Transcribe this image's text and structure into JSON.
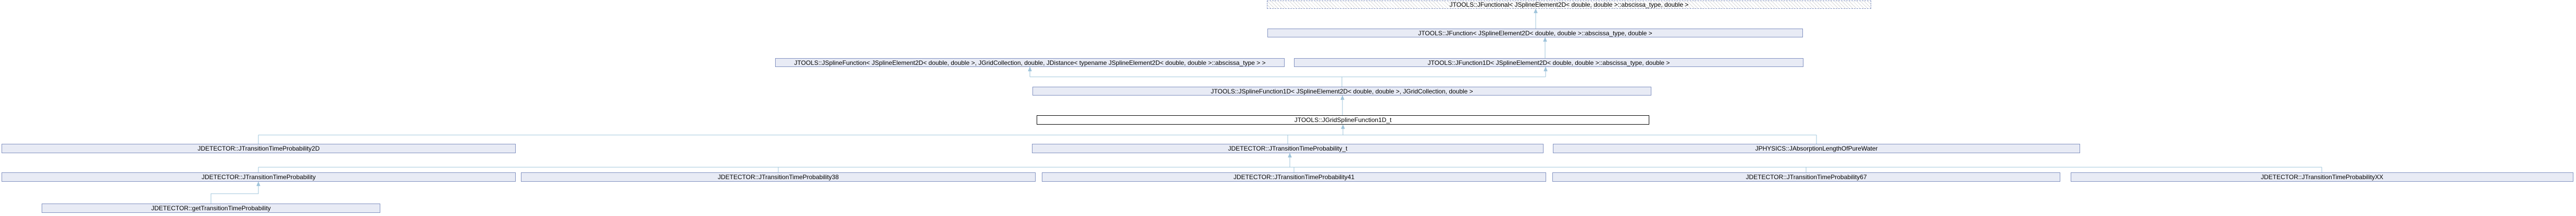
{
  "diagram": {
    "kind": "class-inheritance-graph",
    "current_node": "JTOOLS::JGridSplineFunction1D_t",
    "colors": {
      "node_fill": "#E8EBF5",
      "node_border": "#8090C0",
      "current_node_fill": "#FFFFFF",
      "current_node_border": "#000000",
      "hatch_stripe": "#D9D9D9",
      "edge": "#9FC4DB",
      "label_text": "#000000",
      "background": "#FFFFFF"
    },
    "nodes": [
      {
        "id": "jfunctional",
        "label": "JTOOLS::JFunctional< JSplineElement2D< double, double >::abscissa_type, double >",
        "style": "dashed-hatched"
      },
      {
        "id": "jfunction",
        "label": "JTOOLS::JFunction< JSplineElement2D< double, double >::abscissa_type, double >",
        "style": "normal"
      },
      {
        "id": "jsplinefunction",
        "label": "JTOOLS::JSplineFunction< JSplineElement2D< double, double >, JGridCollection, double, JDistance< typename JSplineElement2D< double, double >::abscissa_type > >",
        "style": "normal"
      },
      {
        "id": "jfunction1d",
        "label": "JTOOLS::JFunction1D< JSplineElement2D< double, double >::abscissa_type, double >",
        "style": "normal"
      },
      {
        "id": "jsplinefunction1d",
        "label": "JTOOLS::JSplineFunction1D< JSplineElement2D< double, double >, JGridCollection, double >",
        "style": "normal"
      },
      {
        "id": "jgridsplinefunction1d_t",
        "label": "JTOOLS::JGridSplineFunction1D_t",
        "style": "current"
      },
      {
        "id": "jtransitiontimeprobability2d",
        "label": "JDETECTOR::JTransitionTimeProbability2D",
        "style": "normal"
      },
      {
        "id": "jtransitiontimeprobability_t",
        "label": "JDETECTOR::JTransitionTimeProbability_t",
        "style": "normal"
      },
      {
        "id": "jabsorptionlengthofpurewater",
        "label": "JPHYSICS::JAbsorptionLengthOfPureWater",
        "style": "normal"
      },
      {
        "id": "jtransitiontimeprobability",
        "label": "JDETECTOR::JTransitionTimeProbability",
        "style": "normal"
      },
      {
        "id": "jtransitiontimeprobability38",
        "label": "JDETECTOR::JTransitionTimeProbability38",
        "style": "normal"
      },
      {
        "id": "jtransitiontimeprobability41",
        "label": "JDETECTOR::JTransitionTimeProbability41",
        "style": "normal"
      },
      {
        "id": "jtransitiontimeprobability67",
        "label": "JDETECTOR::JTransitionTimeProbability67",
        "style": "normal"
      },
      {
        "id": "jtransitiontimeprobabilityxx",
        "label": "JDETECTOR::JTransitionTimeProbabilityXX",
        "style": "normal"
      },
      {
        "id": "gettransitiontimeprobability",
        "label": "JDETECTOR::getTransitionTimeProbability",
        "style": "normal"
      }
    ],
    "edges": [
      {
        "from": "jfunction",
        "to": "jfunctional"
      },
      {
        "from": "jfunction1d",
        "to": "jfunction"
      },
      {
        "from": "jsplinefunction1d",
        "to": "jsplinefunction"
      },
      {
        "from": "jsplinefunction1d",
        "to": "jfunction1d"
      },
      {
        "from": "jgridsplinefunction1d_t",
        "to": "jsplinefunction1d"
      },
      {
        "from": "jtransitiontimeprobability2d",
        "to": "jgridsplinefunction1d_t"
      },
      {
        "from": "jtransitiontimeprobability_t",
        "to": "jgridsplinefunction1d_t"
      },
      {
        "from": "jabsorptionlengthofpurewater",
        "to": "jgridsplinefunction1d_t"
      },
      {
        "from": "jtransitiontimeprobability",
        "to": "jtransitiontimeprobability_t"
      },
      {
        "from": "jtransitiontimeprobability38",
        "to": "jtransitiontimeprobability_t"
      },
      {
        "from": "jtransitiontimeprobability41",
        "to": "jtransitiontimeprobability_t"
      },
      {
        "from": "jtransitiontimeprobability67",
        "to": "jtransitiontimeprobability_t"
      },
      {
        "from": "jtransitiontimeprobabilityxx",
        "to": "jtransitiontimeprobability_t"
      },
      {
        "from": "gettransitiontimeprobability",
        "to": "jtransitiontimeprobability"
      }
    ]
  }
}
